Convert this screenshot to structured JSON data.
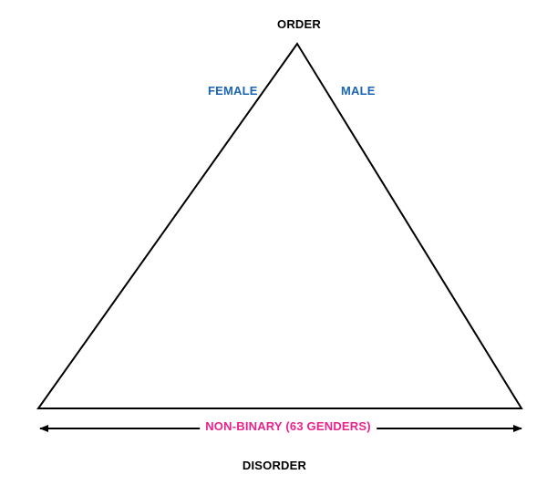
{
  "diagram": {
    "top_label": "ORDER",
    "left_side_label": "FEMALE",
    "right_side_label": "MALE",
    "base_label": "NON-BINARY (63 GENDERS)",
    "bottom_label": "DISORDER"
  },
  "colors": {
    "binary_label": "#1a66b3",
    "nonbinary_label": "#e8238c",
    "stroke": "#000000"
  }
}
